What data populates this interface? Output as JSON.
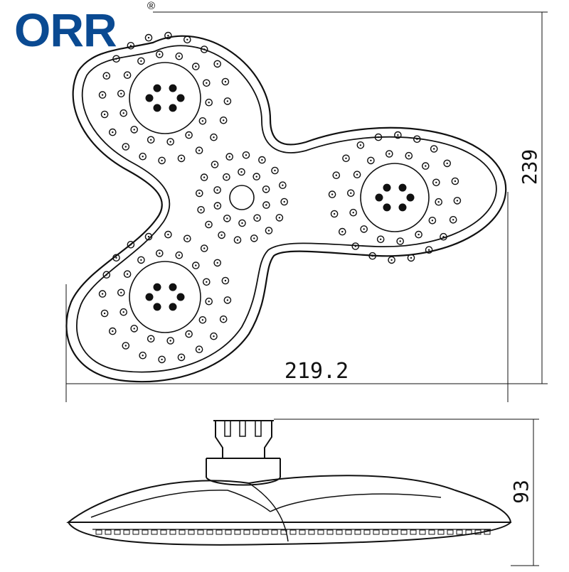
{
  "brand": {
    "name": "ORR",
    "registered": "®",
    "color": "#0a4a92"
  },
  "dimensions": {
    "width": "219.2",
    "height": "239",
    "depth": "93"
  },
  "colors": {
    "stroke": "#111111",
    "background": "#ffffff"
  }
}
